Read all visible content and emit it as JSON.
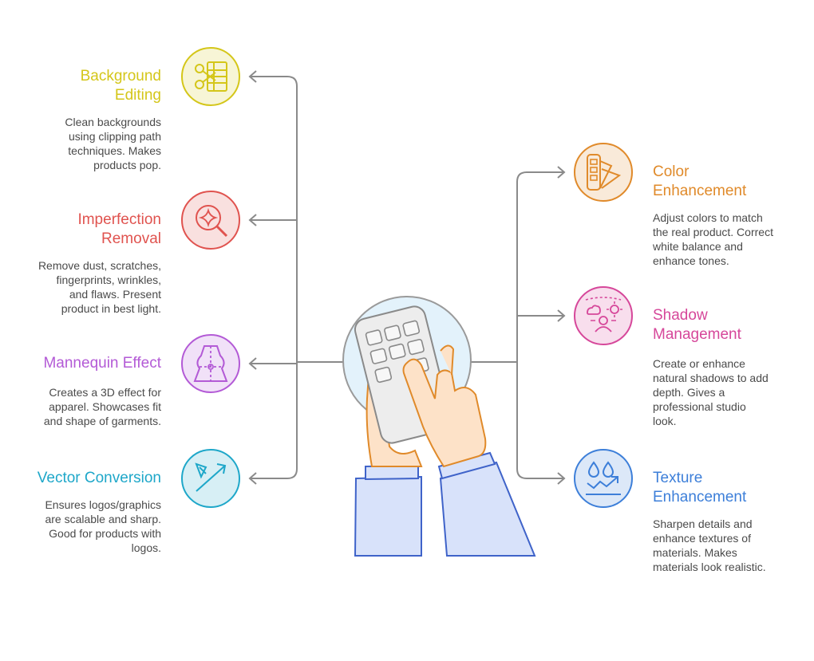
{
  "left_items": [
    {
      "title": "Background\nEditing",
      "description": "Clean backgrounds\nusing clipping path\ntechniques. Makes\nproducts pop.",
      "icon": "scissors-film-icon",
      "color": "#d4c619"
    },
    {
      "title": "Imperfection\nRemoval",
      "description": "Remove dust, scratches,\nfingerprints, wrinkles,\nand flaws. Present\nproduct in best light.",
      "icon": "magnifier-sparkle-icon",
      "color": "#e0534f"
    },
    {
      "title": "Mannequin Effect",
      "description": "Creates a 3D effect for\napparel. Showcases fit\nand shape of garments.",
      "icon": "dress-form-icon",
      "color": "#b35ad6"
    },
    {
      "title": "Vector Conversion",
      "description": "Ensures logos/graphics\nare scalable and sharp.\nGood for products with\nlogos.",
      "icon": "vector-pen-icon",
      "color": "#1ea7c9"
    }
  ],
  "right_items": [
    {
      "title": "Color\nEnhancement",
      "description": "Adjust colors to match\nthe real product. Correct\nwhite balance and\nenhance tones.",
      "icon": "color-swatch-icon",
      "color": "#e08a2a"
    },
    {
      "title": "Shadow\nManagement",
      "description": "Create or enhance\nnatural shadows to add\ndepth. Gives a\nprofessional studio\nlook.",
      "icon": "sun-cloud-person-icon",
      "color": "#d6479a"
    },
    {
      "title": "Texture\nEnhancement",
      "description": "Sharpen details and\nenhance textures of\nmaterials. Makes\nmaterials look realistic.",
      "icon": "droplets-chart-icon",
      "color": "#3d7fd9"
    }
  ],
  "center": {
    "icon": "hand-calculator-icon"
  },
  "colors": {
    "connector": "#8a8a8a",
    "text": "#4a4a4a"
  }
}
